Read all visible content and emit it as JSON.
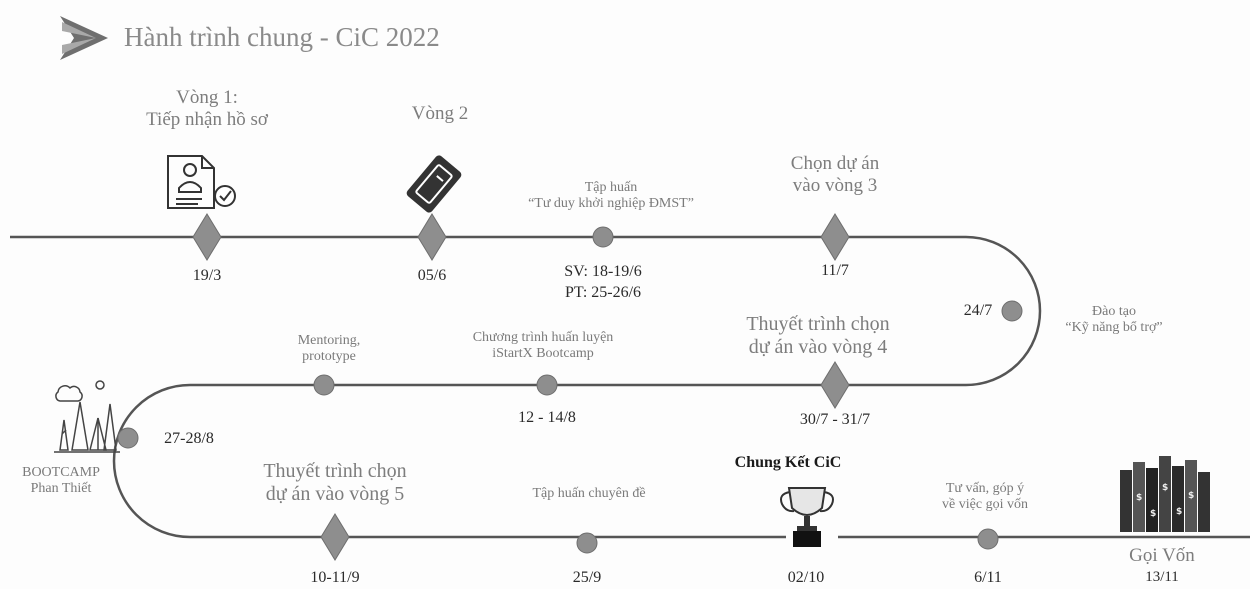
{
  "title": "Hành trình chung - CiC 2022",
  "milestones": {
    "vong1": {
      "heading": [
        "Vòng 1:",
        "Tiếp nhận hồ sơ"
      ],
      "date": "19/3"
    },
    "vong2": {
      "heading": [
        "Vòng 2"
      ],
      "date": "05/6"
    },
    "taphuan": {
      "heading": [
        "Tập huấn",
        "“Tư duy khởi nghiệp ĐMST”"
      ],
      "date_lines": [
        "SV: 18-19/6",
        "PT: 25-26/6"
      ]
    },
    "chon3": {
      "heading": [
        "Chọn dự án",
        "vào vòng 3"
      ],
      "date": "11/7"
    },
    "daotao": {
      "heading": [
        "Đào tạo",
        "“Kỹ năng bổ trợ”"
      ],
      "date": "24/7"
    },
    "chon4": {
      "heading": [
        "Thuyết trình chọn",
        "dự án vào vòng 4"
      ],
      "date": "30/7 - 31/7"
    },
    "bootcampTraining": {
      "heading": [
        "Chương trình huấn luyện",
        "iStartX Bootcamp"
      ],
      "date": "12 - 14/8"
    },
    "mentoring": {
      "heading": [
        "Mentoring,",
        "prototype"
      ]
    },
    "bootcampCamp": {
      "heading": [
        "BOOTCAMP",
        "Phan Thiết"
      ],
      "date": "27-28/8"
    },
    "chon5": {
      "heading": [
        "Thuyết trình chọn",
        "dự án vào vòng 5"
      ],
      "date": "10-11/9"
    },
    "chuyende": {
      "heading": [
        "Tập huấn chuyên đề"
      ],
      "date": "25/9"
    },
    "chungket": {
      "heading": [
        "Chung Kết CiC"
      ],
      "date": "02/10"
    },
    "tuvan": {
      "heading": [
        "Tư vấn, góp ý",
        "về việc gọi vốn"
      ],
      "date": "6/11"
    },
    "goivon": {
      "heading": [
        "Gọi Vốn"
      ],
      "date": "13/11"
    }
  },
  "colors": {
    "track": "#555555",
    "marker": "#8e8e8e",
    "markerStroke": "#6e6e6e",
    "title": "#8a8a8a"
  },
  "icons": [
    "arrow-logo-icon",
    "document-check-icon",
    "ticket-icon",
    "camp-tent-icon",
    "trophy-icon",
    "raised-hands-money-icon"
  ]
}
